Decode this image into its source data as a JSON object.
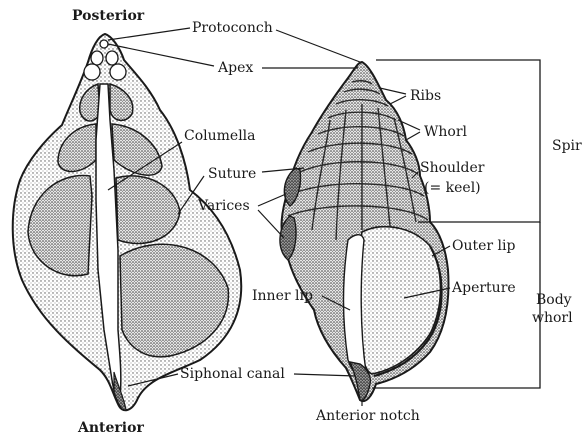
{
  "left_shell": {
    "label_posterior": "Posterior",
    "label_anterior": "Anterior",
    "label_columella": "Columella"
  },
  "right_shell": {
    "label_ribs": "Ribs",
    "label_whorl": "Whorl",
    "label_shoulder": "Shoulder",
    "label_keel": "(= keel)",
    "label_outer_lip": "Outer lip",
    "label_aperture": "Aperture",
    "label_inner_lip": "Inner lip",
    "label_anterior_notch": "Anterior notch"
  },
  "shared_labels": {
    "protoconch": "Protoconch",
    "apex": "Apex",
    "suture": "Suture",
    "varices": "Varices",
    "siphonal_canal": "Siphonal canal"
  },
  "regions": {
    "spire": "Spire",
    "body_whorl_line1": "Body",
    "body_whorl_line2": "whorl"
  },
  "colors": {
    "ink": "#1a1a1a",
    "shell_tone": "#cfcfcf",
    "background": "#ffffff"
  }
}
